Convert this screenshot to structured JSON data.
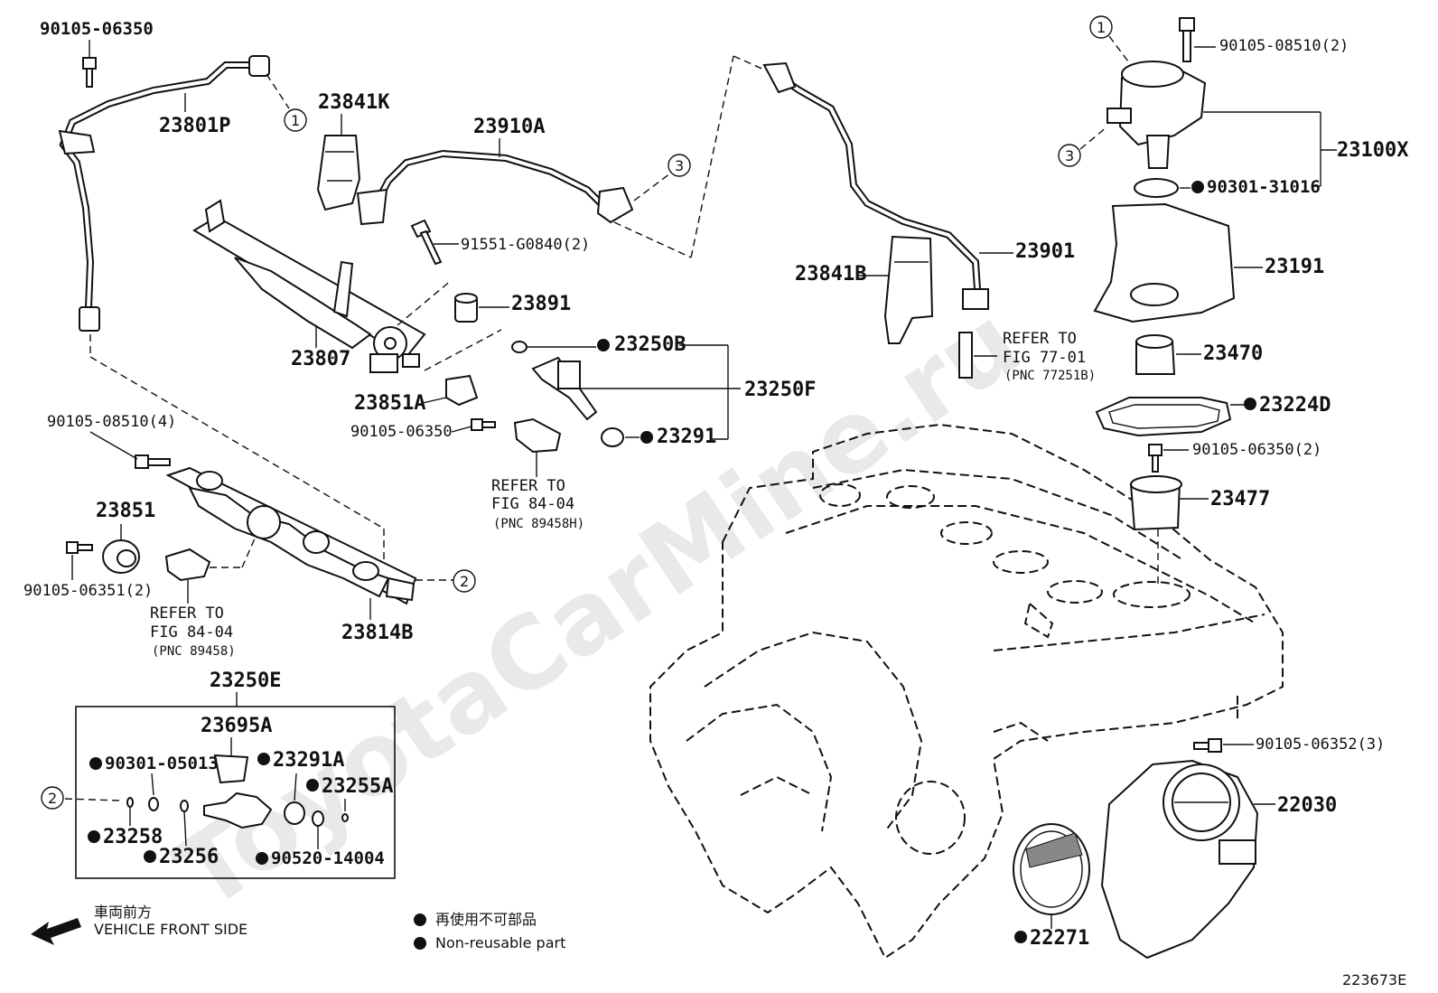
{
  "watermark": "ToyotaCarMine.ru",
  "diagram_id": "223673E",
  "parts": {
    "p90105_06350_a": "90105-06350",
    "p23801P": "23801P",
    "p23841K": "23841K",
    "p23910A": "23910A",
    "p23807": "23807",
    "p91551": "91551-G0840(2)",
    "p23891": "23891",
    "p23250B": "23250B",
    "p23250F": "23250F",
    "p23851A": "23851A",
    "p90105_06350_b": "90105-06350",
    "p23291": "23291",
    "p90105_08510_4": "90105-08510(4)",
    "p23851": "23851",
    "p90105_06351": "90105-06351(2)",
    "p23814B": "23814B",
    "p23250E": "23250E",
    "p23695A": "23695A",
    "p90301_05013": "90301-05013",
    "p23291A": "23291A",
    "p23255A": "23255A",
    "p23258": "23258",
    "p23256": "23256",
    "p90520_14004": "90520-14004",
    "p90105_08510_2": "90105-08510(2)",
    "p23100X": "23100X",
    "p90301_31016": "90301-31016",
    "p23841B": "23841B",
    "p23901": "23901",
    "p23191": "23191",
    "p23470": "23470",
    "p23224D": "23224D",
    "p90105_06350_2": "90105-06350(2)",
    "p23477": "23477",
    "p90105_06352": "90105-06352(3)",
    "p22030": "22030",
    "p22271": "22271"
  },
  "refs": {
    "r1_a": "REFER TO",
    "r1_b": "FIG 84-04",
    "r1_c": "(PNC 89458H)",
    "r2_a": "REFER TO",
    "r2_b": "FIG 84-04",
    "r2_c": "(PNC 89458)",
    "r3_a": "REFER TO",
    "r3_b": "FIG 77-01",
    "r3_c": "(PNC 77251B)"
  },
  "callouts": {
    "c1": "1",
    "c2": "2",
    "c3": "3"
  },
  "legend": {
    "front_jp": "車両前方",
    "front_en": "VEHICLE FRONT SIDE",
    "nonreuse_jp": "再使用不可部品",
    "nonreuse_en": "Non-reusable part"
  }
}
